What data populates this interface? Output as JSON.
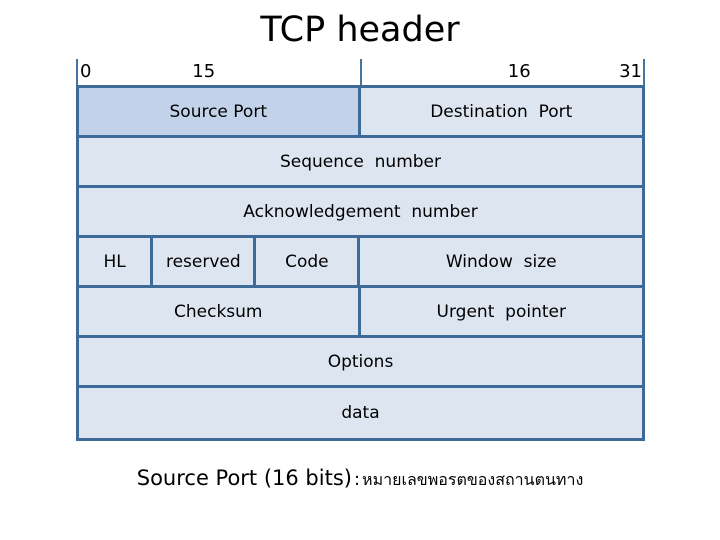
{
  "title": "TCP header",
  "ruler": {
    "left_start": "0",
    "left_end": "15",
    "right_start": "16",
    "right_end": "31"
  },
  "rows": [
    {
      "name": "ports-row",
      "cells": [
        {
          "label": "Source Port",
          "shaded": true
        },
        {
          "label": "Destination  Port",
          "shaded": false
        }
      ]
    },
    {
      "name": "sequence-row",
      "cells": [
        {
          "label": "Sequence  number",
          "shaded": false
        }
      ]
    },
    {
      "name": "acknowledgement-row",
      "cells": [
        {
          "label": "Acknowledgement  number",
          "shaded": false
        }
      ]
    },
    {
      "name": "flags-row",
      "cells": [
        {
          "label": "HL",
          "shaded": false
        },
        {
          "label": "reserved",
          "shaded": false
        },
        {
          "label": "Code",
          "shaded": false
        },
        {
          "label": "Window  size",
          "shaded": false
        }
      ]
    },
    {
      "name": "checksum-row",
      "cells": [
        {
          "label": "Checksum",
          "shaded": false
        },
        {
          "label": "Urgent  pointer",
          "shaded": false
        }
      ]
    },
    {
      "name": "options-row",
      "cells": [
        {
          "label": "Options",
          "shaded": false
        }
      ]
    },
    {
      "name": "data-row",
      "cells": [
        {
          "label": "data",
          "shaded": false
        }
      ]
    }
  ],
  "caption": {
    "english": "Source Port (16 bits)",
    "separator": ":",
    "thai": "หมายเลขพอรตของสถานตนทาง"
  },
  "colors": {
    "border": "#3d6a96",
    "tick": "#4574a0",
    "cell_fill": "#dce5f0",
    "cell_fill_shaded": "#c2d3e9",
    "text": "#000000",
    "background": "#ffffff"
  }
}
